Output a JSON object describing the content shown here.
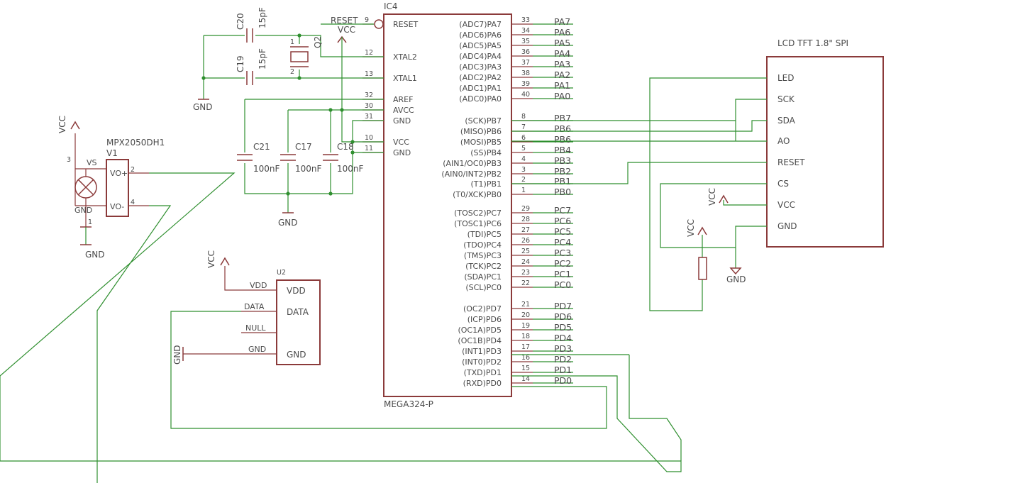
{
  "ic4": {
    "ref": "IC4",
    "value": "MEGA324-P",
    "left_pins": [
      {
        "num": "9",
        "name": "RESET"
      },
      {
        "num": "12",
        "name": "XTAL2"
      },
      {
        "num": "13",
        "name": "XTAL1"
      },
      {
        "num": "32",
        "name": "AREF"
      },
      {
        "num": "30",
        "name": "AVCC"
      },
      {
        "num": "31",
        "name": "GND"
      },
      {
        "num": "10",
        "name": "VCC"
      },
      {
        "num": "11",
        "name": "GND"
      }
    ],
    "right_pins": [
      {
        "num": "33",
        "name": "(ADC7)PA7",
        "net": "PA7"
      },
      {
        "num": "34",
        "name": "(ADC6)PA6",
        "net": "PA6"
      },
      {
        "num": "35",
        "name": "(ADC5)PA5",
        "net": "PA5"
      },
      {
        "num": "36",
        "name": "(ADC4)PA4",
        "net": "PA4"
      },
      {
        "num": "37",
        "name": "(ADC3)PA3",
        "net": "PA3"
      },
      {
        "num": "38",
        "name": "(ADC2)PA2",
        "net": "PA2"
      },
      {
        "num": "39",
        "name": "(ADC1)PA1",
        "net": "PA1"
      },
      {
        "num": "40",
        "name": "(ADC0)PA0",
        "net": "PA0"
      },
      {
        "num": "8",
        "name": "(SCK)PB7",
        "net": "PB7"
      },
      {
        "num": "7",
        "name": "(MISO)PB6",
        "net": "PB6"
      },
      {
        "num": "6",
        "name": "(MOSI)PB5",
        "net": "PB6"
      },
      {
        "num": "5",
        "name": "(SS)PB4",
        "net": "PB4"
      },
      {
        "num": "4",
        "name": "(AIN1/OC0)PB3",
        "net": "PB3"
      },
      {
        "num": "3",
        "name": "(AIN0/INT2)PB2",
        "net": "PB2"
      },
      {
        "num": "2",
        "name": "(T1)PB1",
        "net": "PB1"
      },
      {
        "num": "1",
        "name": "(T0/XCK)PB0",
        "net": "PB0"
      },
      {
        "num": "29",
        "name": "(TOSC2)PC7",
        "net": "PC7"
      },
      {
        "num": "28",
        "name": "(TOSC1)PC6",
        "net": "PC6"
      },
      {
        "num": "27",
        "name": "(TDI)PC5",
        "net": "PC5"
      },
      {
        "num": "26",
        "name": "(TDO)PC4",
        "net": "PC4"
      },
      {
        "num": "25",
        "name": "(TMS)PC3",
        "net": "PC3"
      },
      {
        "num": "24",
        "name": "(TCK)PC2",
        "net": "PC2"
      },
      {
        "num": "23",
        "name": "(SDA)PC1",
        "net": "PC1"
      },
      {
        "num": "22",
        "name": "(SCL)PC0",
        "net": "PC0"
      },
      {
        "num": "21",
        "name": "(OC2)PD7",
        "net": "PD7"
      },
      {
        "num": "20",
        "name": "(ICP)PD6",
        "net": "PD6"
      },
      {
        "num": "19",
        "name": "(OC1A)PD5",
        "net": "PD5"
      },
      {
        "num": "18",
        "name": "(OC1B)PD4",
        "net": "PD4"
      },
      {
        "num": "17",
        "name": "(INT1)PD3",
        "net": "PD3"
      },
      {
        "num": "16",
        "name": "(INT0)PD2",
        "net": "PD2"
      },
      {
        "num": "15",
        "name": "(TXD)PD1",
        "net": "PD1"
      },
      {
        "num": "14",
        "name": "(RXD)PD0",
        "net": "PD0"
      }
    ]
  },
  "lcd": {
    "title": "LCD TFT 1.8\" SPI",
    "pins": [
      "LED",
      "SCK",
      "SDA",
      "AO",
      "RESET",
      "CS",
      "VCC",
      "GND"
    ]
  },
  "sensor": {
    "ref": "MPX2050DH1",
    "value": "V1",
    "pin_vs": "VS",
    "pin_gnd": "GND",
    "pin_vop": "VO+",
    "pin_vom": "VO-",
    "num_vs": "3",
    "num_gnd": "1",
    "num_vop": "2",
    "num_vom": "4"
  },
  "u2": {
    "ref": "U2",
    "pins": [
      "VDD",
      "DATA",
      "GND"
    ],
    "nets": [
      "VDD",
      "DATA",
      "NULL",
      "GND"
    ]
  },
  "caps": {
    "c20": {
      "ref": "C20",
      "value": "15pF"
    },
    "c19": {
      "ref": "C19",
      "value": "15pF"
    },
    "c21": {
      "ref": "C21",
      "value": "100nF"
    },
    "c17": {
      "ref": "C17",
      "value": "100nF"
    },
    "c18": {
      "ref": "C18",
      "value": "100nF"
    }
  },
  "crystal": {
    "ref": "Q2",
    "pin1": "1",
    "pin2": "2"
  },
  "supply": {
    "vcc": "VCC",
    "gnd": "GND",
    "reset_net": "RESET"
  }
}
